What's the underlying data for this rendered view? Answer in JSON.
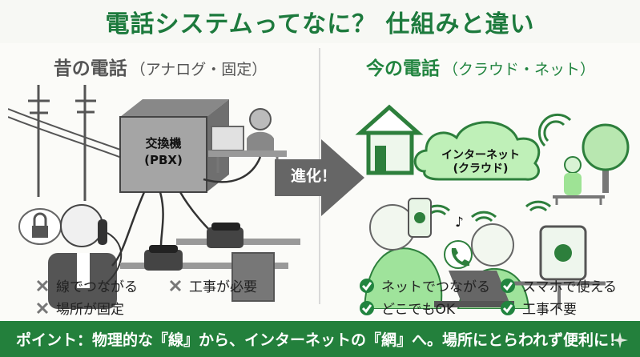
{
  "title": "電話システムってなに？ 仕組みと違い",
  "left": {
    "heading": "昔の電話",
    "subheading": "（アナログ・固定）",
    "pbx_label_line1": "交換機",
    "pbx_label_line2": "(PBX)",
    "features": [
      "線でつながる",
      "工事が必要",
      "場所が固定"
    ]
  },
  "right": {
    "heading": "今の電話",
    "subheading": "（クラウド・ネット）",
    "cloud_line1": "インターネット",
    "cloud_line2": "(クラウド)",
    "features": [
      "ネットでつながる",
      "スマホで使える",
      "どこでもOK",
      "工事不要"
    ]
  },
  "arrow_label": "進化！",
  "bottom_text": "ポイント：物理的な『線』から、インターネットの『網』へ。場所にとらわれず便利に！",
  "colors": {
    "green": "#21843f",
    "light_green": "#9fe39b",
    "gray": "#666666",
    "background": "#fbfbf8"
  }
}
